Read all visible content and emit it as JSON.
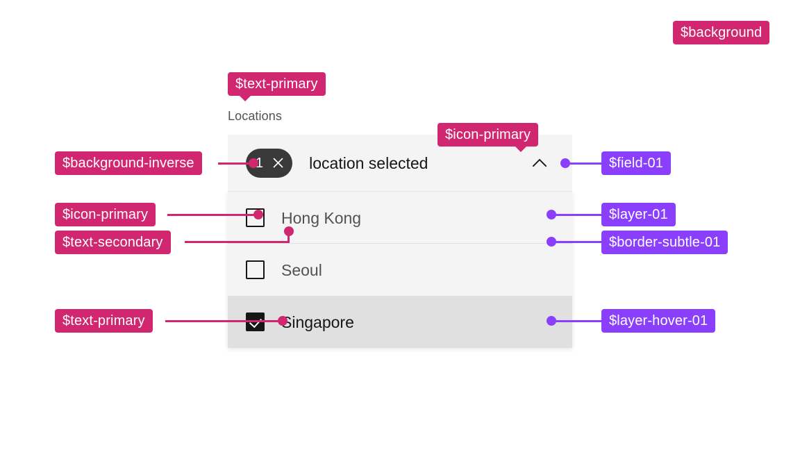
{
  "page": {
    "background_color": "#ffffff",
    "token_pink": "#d12771",
    "token_purple": "#8a3ffc"
  },
  "multiselect": {
    "label": "Locations",
    "field": {
      "tag_count": "1",
      "tag_close_icon": "close-icon",
      "placeholder_text": "location selected",
      "chevron_icon": "chevron-up-icon",
      "background_token": "$field-01"
    },
    "options": [
      {
        "label": "Hong Kong",
        "checked": false,
        "hovered": false,
        "text_token": "$text-secondary"
      },
      {
        "label": "Seoul",
        "checked": false,
        "hovered": false,
        "text_token": "$text-secondary"
      },
      {
        "label": "Singapore",
        "checked": true,
        "hovered": true,
        "text_token": "$text-primary"
      }
    ]
  },
  "annotations": {
    "background": "$background",
    "text_primary_label": "$text-primary",
    "icon_primary_chevron": "$icon-primary",
    "background_inverse": "$background-inverse",
    "icon_primary_checkbox": "$icon-primary",
    "text_secondary": "$text-secondary",
    "text_primary_option": "$text-primary",
    "field_01": "$field-01",
    "layer_01": "$layer-01",
    "border_subtle_01": "$border-subtle-01",
    "layer_hover_01": "$layer-hover-01"
  }
}
